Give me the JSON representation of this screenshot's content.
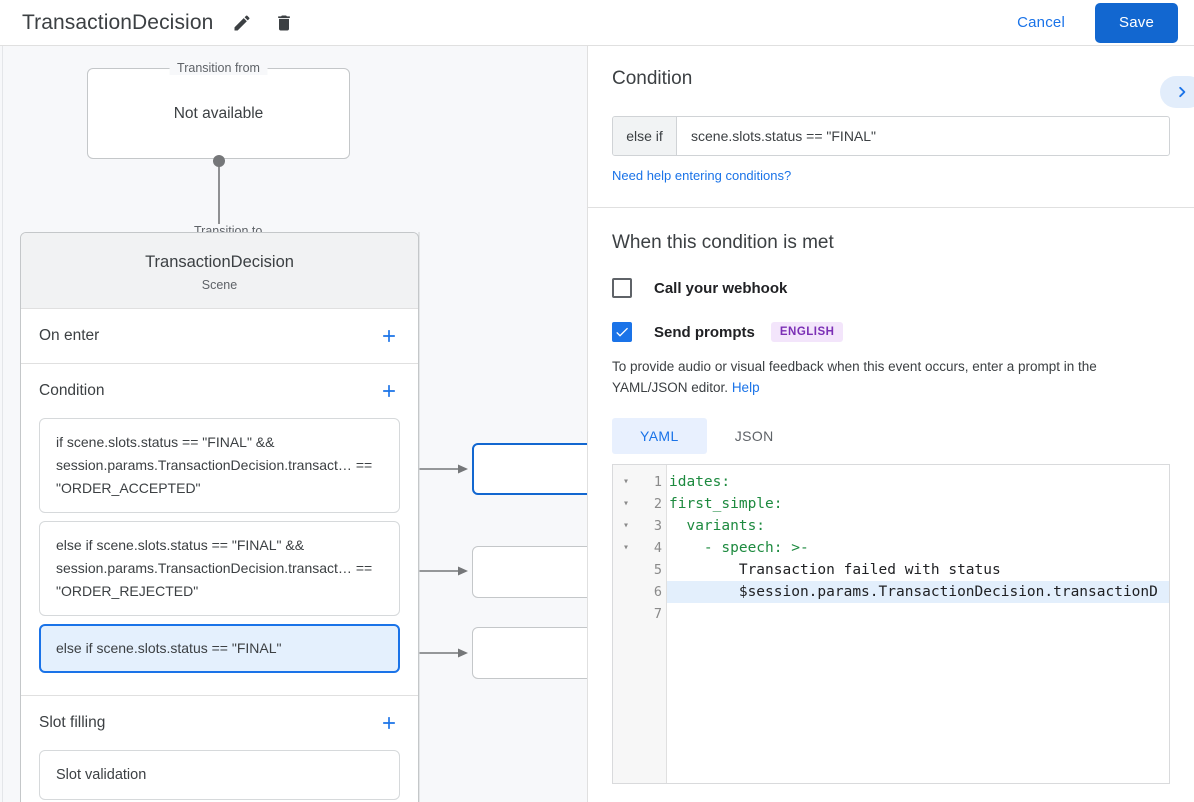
{
  "topbar": {
    "title": "TransactionDecision",
    "edit_icon": "pencil-icon",
    "delete_icon": "trash-icon",
    "cancel_label": "Cancel",
    "save_label": "Save",
    "accent_blue": "#1267d0",
    "link_blue": "#1a73e8"
  },
  "canvas": {
    "transition_from": {
      "legend": "Transition from",
      "value": "Not available"
    },
    "transition_to": {
      "legend": "Transition to",
      "name": "TransactionDecision",
      "type": "Scene"
    },
    "sections": [
      {
        "title": "On enter",
        "add_icon": "plus-icon"
      },
      {
        "title": "Condition",
        "add_icon": "plus-icon"
      },
      {
        "title": "Slot filling",
        "add_icon": "plus-icon"
      }
    ],
    "conditions": [
      {
        "text": "if scene.slots.status == \"FINAL\" && session.params.TransactionDecision.transact… == \"ORDER_ACCEPTED\"",
        "selected": false
      },
      {
        "text": "else if scene.slots.status == \"FINAL\" && session.params.TransactionDecision.transact… == \"ORDER_REJECTED\"",
        "selected": false
      },
      {
        "text": "else if scene.slots.status == \"FINAL\"",
        "selected": true
      }
    ],
    "slot_filling": [
      {
        "text": "Slot validation"
      }
    ]
  },
  "panel": {
    "title": "Condition",
    "expand_icon": "chevron-right-icon",
    "condition_prefix": "else if",
    "condition_value": "scene.slots.status == \"FINAL\"",
    "help_link": "Need help entering conditions?",
    "when_title": "When this condition is met",
    "webhook": {
      "label": "Call your webhook",
      "checked": false
    },
    "prompts": {
      "label": "Send prompts",
      "checked": true,
      "badge": "ENGLISH",
      "badge_bg": "#f3e5fb",
      "badge_fg": "#7b2fb5",
      "description": "To provide audio or visual feedback when this event occurs, enter a prompt in the YAML/JSON editor.",
      "help_label": "Help"
    },
    "editor_tabs": [
      {
        "label": "YAML",
        "active": true
      },
      {
        "label": "JSON",
        "active": false
      }
    ],
    "code": {
      "language": "yaml",
      "highlighted_line": 6,
      "lines": [
        {
          "n": 1,
          "fold": true,
          "text": "idates:",
          "kind": "k"
        },
        {
          "n": 2,
          "fold": true,
          "text": "first_simple:",
          "kind": "k"
        },
        {
          "n": 3,
          "fold": true,
          "text": "  variants:",
          "kind": "k"
        },
        {
          "n": 4,
          "fold": true,
          "text": "    - speech: >-",
          "kind": "k"
        },
        {
          "n": 5,
          "fold": false,
          "text": "        Transaction failed with status",
          "kind": "s"
        },
        {
          "n": 6,
          "fold": false,
          "text": "        $session.params.TransactionDecision.transactionD",
          "kind": "s"
        },
        {
          "n": 7,
          "fold": false,
          "text": "",
          "kind": "s"
        }
      ]
    }
  }
}
